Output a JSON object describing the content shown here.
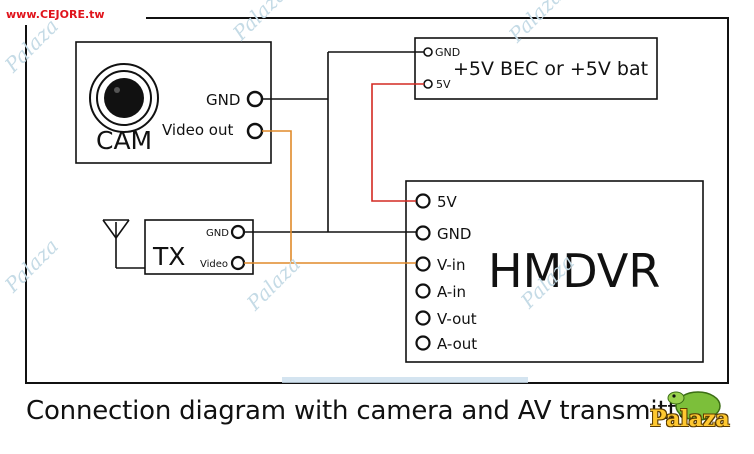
{
  "site_tag": "www.CEJORE.tw",
  "watermark_text": "Palaza",
  "logo_text": "Palaza",
  "caption": "Connection diagram with camera and AV transmitter",
  "colors": {
    "wire_black": "#111111",
    "wire_orange": "#e08a2a",
    "wire_red": "#d42a22",
    "site_tag": "#e0141c",
    "watermark": "#c5dbe6"
  },
  "cam": {
    "title": "CAM",
    "gnd_label": "GND",
    "video_label": "Video out"
  },
  "power": {
    "title": "+5V BEC or +5V bat",
    "gnd_label": "GND",
    "v5_label": "5V"
  },
  "tx": {
    "title": "TX",
    "gnd_label": "GND",
    "video_label": "Video"
  },
  "hmdvr": {
    "title": "HMDVR",
    "pins": [
      "5V",
      "GND",
      "V-in",
      "A-in",
      "V-out",
      "A-out"
    ]
  }
}
